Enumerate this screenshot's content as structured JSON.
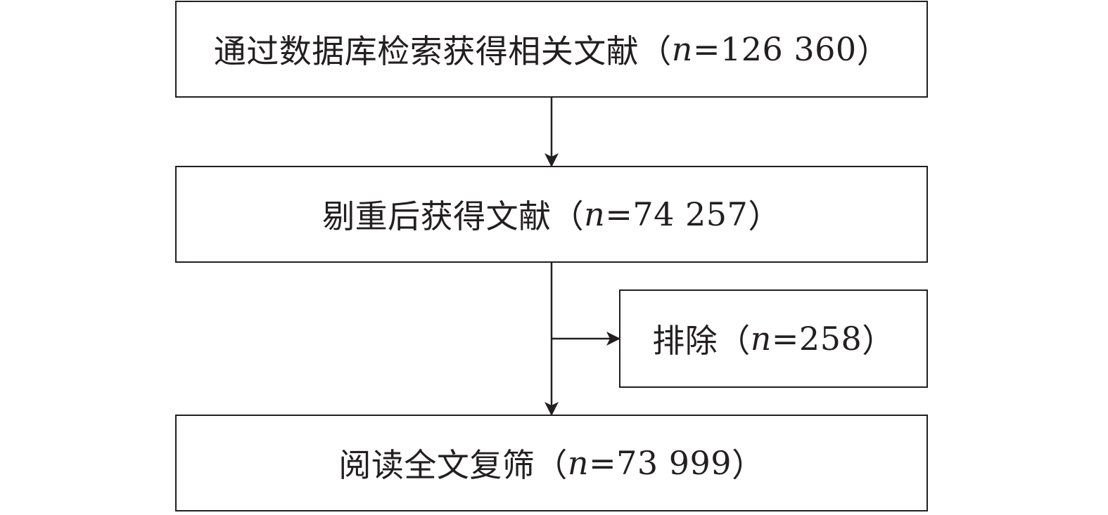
{
  "flow": {
    "search_box": {
      "label": "通过数据库检索获得相关文献",
      "open": "（",
      "var": "n",
      "eq": "=126 360",
      "close": "）"
    },
    "dedup_box": {
      "label": "剔重后获得文献",
      "open": "（",
      "var": "n",
      "eq": "=74 257",
      "close": "）"
    },
    "exclude_box": {
      "label": "排除",
      "open": "（",
      "var": "n",
      "eq": "=258",
      "close": "）"
    },
    "fulltext_box": {
      "label": "阅读全文复筛",
      "open": "（",
      "var": "n",
      "eq": "=73 999",
      "close": "）"
    }
  },
  "colors": {
    "stroke": "#231f20",
    "background": "#ffffff"
  }
}
